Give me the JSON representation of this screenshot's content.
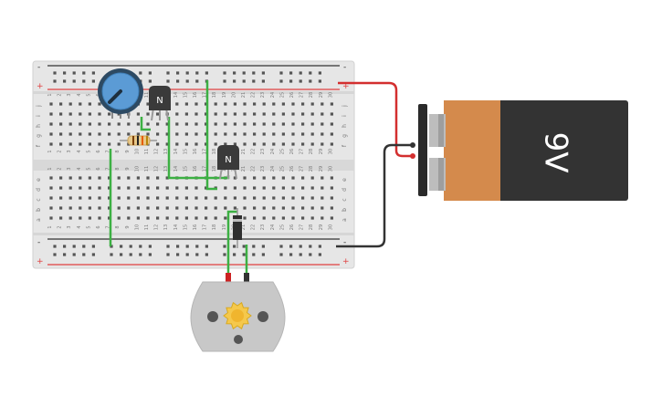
{
  "breadboard": {
    "rail_minus_label": "-",
    "rail_plus_label": "+",
    "rows_top": [
      "j",
      "i",
      "h",
      "g",
      "f"
    ],
    "rows_bottom": [
      "e",
      "d",
      "c",
      "b",
      "a"
    ],
    "columns": [
      "1",
      "2",
      "3",
      "4",
      "5",
      "6",
      "7",
      "8",
      "9",
      "10",
      "11",
      "12",
      "13",
      "14",
      "15",
      "16",
      "17",
      "18",
      "19",
      "20",
      "21",
      "22",
      "23",
      "24",
      "25",
      "26",
      "27",
      "28",
      "29",
      "30"
    ]
  },
  "battery": {
    "label": "9V"
  },
  "transistor_1": {
    "label": "N"
  },
  "transistor_2": {
    "label": "N"
  },
  "colors": {
    "board": "#e6e6e6",
    "rail_red": "#e04040",
    "rail_black": "#333333",
    "wire_green": "#3cb043",
    "wire_red": "#d32f2f",
    "wire_black": "#333333",
    "battery_body": "#333333",
    "battery_label_band": "#d48a4c",
    "motor_body": "#cccccc",
    "potentiometer_knob": "#5b9bd5"
  }
}
